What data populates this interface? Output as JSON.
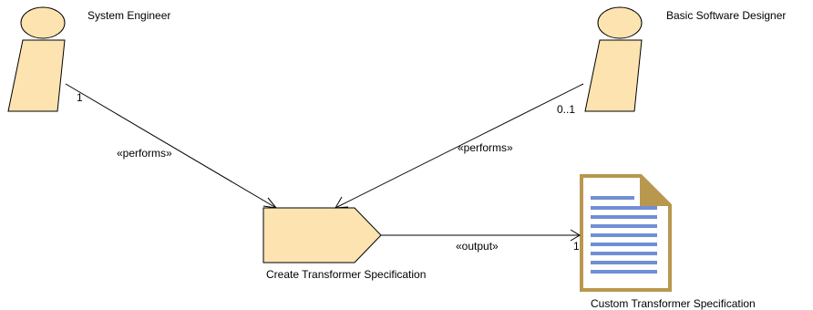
{
  "roles": [
    {
      "id": "system-engineer",
      "name": "System Engineer"
    },
    {
      "id": "basic-software-designer",
      "name": "Basic Software Designer"
    }
  ],
  "task": {
    "name": "Create Transformer Specification"
  },
  "work_product": {
    "name": "Custom Transformer Specification"
  },
  "edges": [
    {
      "from": "System Engineer",
      "to": "Create Transformer Specification",
      "stereotype": "«performs»",
      "multiplicity": "1"
    },
    {
      "from": "Basic Software Designer",
      "to": "Create Transformer Specification",
      "stereotype": "«performs»",
      "multiplicity": "0..1"
    },
    {
      "from": "Create Transformer Specification",
      "to": "Custom Transformer Specification",
      "stereotype": "«output»",
      "multiplicity": "1"
    }
  ],
  "colors": {
    "role_fill": "#fce3b0",
    "task_fill": "#fce3b0",
    "document_fill": "#ffffff",
    "document_border": "#b8974f",
    "document_lines": "#6f8fd6",
    "stroke": "#000000"
  }
}
